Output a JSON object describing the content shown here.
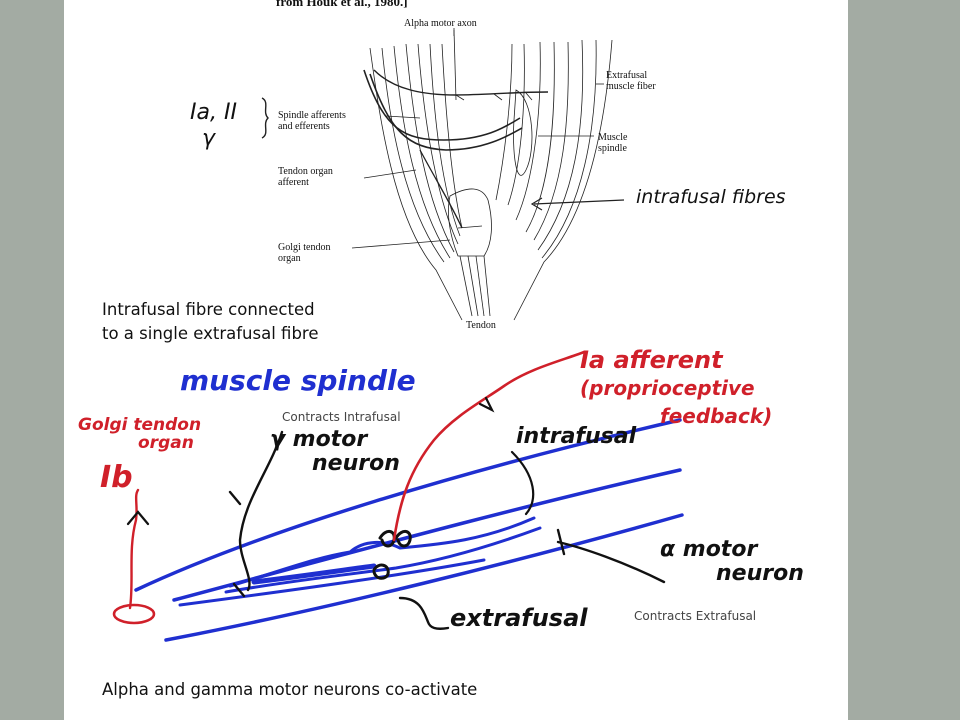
{
  "figure": {
    "source_citation": "from Houk et al., 1980.]",
    "labels": {
      "alpha_motor_axon": "Alpha motor axon",
      "extrafusal_muscle_fiber": [
        "Extrafusal",
        "muscle fiber"
      ],
      "spindle_afferents_efferents": [
        "Spindle afferents",
        "and efferents"
      ],
      "muscle_spindle": [
        "Muscle",
        "spindle"
      ],
      "tendon_organ_afferent": [
        "Tendon organ",
        "afferent"
      ],
      "golgi_tendon_organ": [
        "Golgi tendon",
        "organ"
      ],
      "tendon": "Tendon"
    },
    "handwritten": {
      "ia_ii": "Ia, II",
      "gamma": "γ",
      "intrafusal_fibres": "intrafusal fibres"
    }
  },
  "captions": {
    "top": [
      "Intrafusal fibre connected",
      "to a single extrafusal fibre"
    ],
    "bottom": "Alpha and gamma motor neurons co-activate"
  },
  "sketch": {
    "title": "muscle spindle",
    "golgi": [
      "Golgi tendon",
      "organ"
    ],
    "ib": "Ib",
    "ia_afferent": [
      "Ia afferent",
      "(proprioceptive",
      "feedback)"
    ],
    "gamma_motor": [
      "γ motor",
      "neuron"
    ],
    "alpha_motor": [
      "α motor",
      "neuron"
    ],
    "intrafusal": "intrafusal",
    "extrafusal": "extrafusal",
    "contracts_intrafusal": "Contracts Intrafusal",
    "contracts_extrafusal": "Contracts Extrafusal"
  },
  "colors": {
    "background": "#a3aba3",
    "slide": "#ffffff",
    "ink_blue": "#1f2fd0",
    "ink_red": "#d0202a",
    "ink_black": "#111111"
  }
}
